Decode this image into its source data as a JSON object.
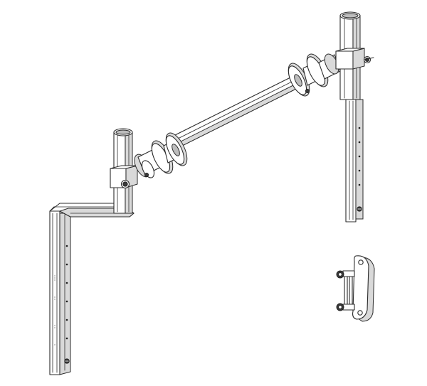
{
  "drawing": {
    "colors": {
      "background": "#ffffff",
      "line": "#2b2b2b",
      "shade_light": "#d9d9d9",
      "shade_mid": "#bdbdbd",
      "shade_dark": "#3a3a3a"
    },
    "parts": [
      "left-vertical-rail",
      "left-offset-arm",
      "left-post",
      "left-post-clamp",
      "horizontal-crossbar",
      "left-flange-pair",
      "right-flange-pair",
      "right-post",
      "right-post-clamp",
      "right-vertical-rail",
      "mounting-bracket"
    ]
  }
}
